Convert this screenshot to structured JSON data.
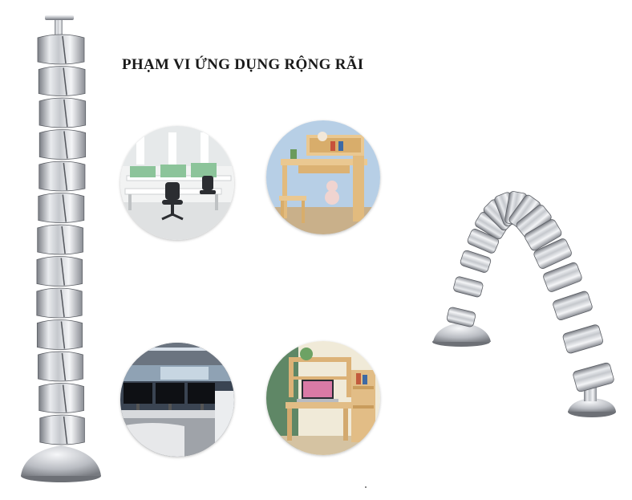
{
  "headline": "PHẠM VI ỨNG DỤNG RỘNG RÃI",
  "colors": {
    "metal_light": "#e9ebee",
    "metal_mid": "#b6b9bf",
    "metal_dark": "#6e7178",
    "wood": "#e8c48a",
    "office_green": "#8cc49a"
  },
  "scenes": [
    {
      "name": "office-workstations-scene"
    },
    {
      "name": "kids-study-desk-scene"
    },
    {
      "name": "computer-lab-scene"
    },
    {
      "name": "wooden-bookshelf-desk-scene"
    }
  ]
}
